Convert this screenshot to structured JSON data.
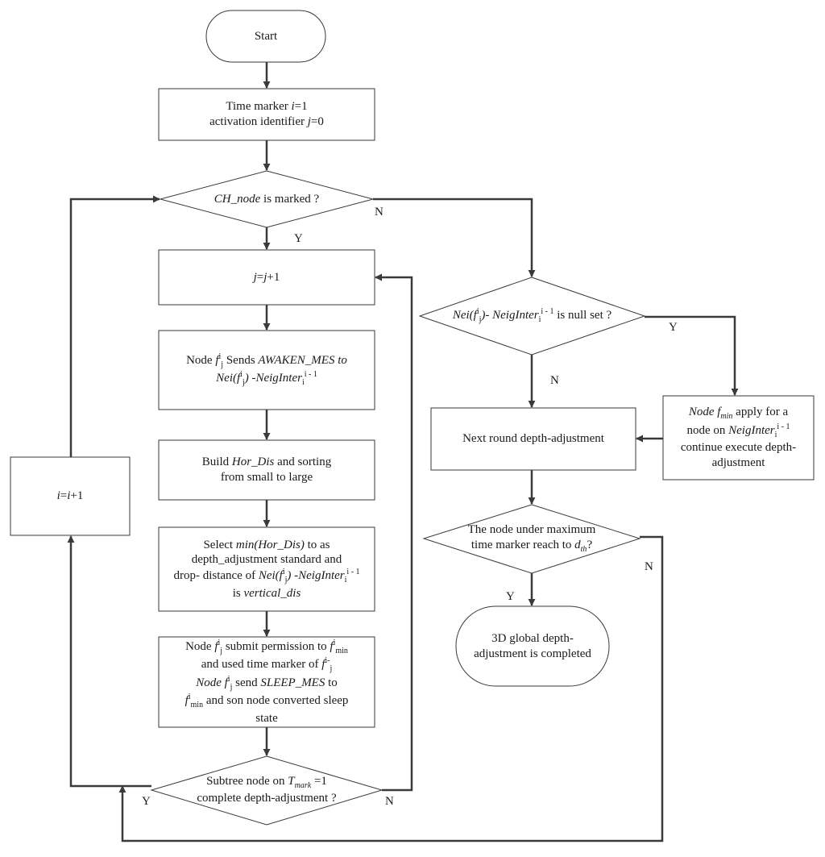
{
  "diagram": {
    "start": "Start",
    "init_line1": "Time marker ",
    "init_var_i": "i",
    "init_eq1": "=1",
    "init_line2": "activation identifier ",
    "init_var_j": "j",
    "init_eq2": "=0",
    "ch_node": "CH_node",
    "ch_node_rest": " is marked ?",
    "j_update": "j",
    "j_update_mid": "=",
    "j_update_j": "j",
    "j_update_end": "+1",
    "awaken_node": "Node ",
    "awaken_f": "f",
    "awaken_sends": " Sends ",
    "awaken_mes": "AWAKEN_MES to",
    "awaken_nei": "Nei(f",
    "awaken_minus": ") -NeigInter",
    "hor_line1_a": "Build ",
    "hor_line1_b": "Hor_Dis",
    "hor_line1_c": " and sorting",
    "hor_line2": "from small to large",
    "select_a": "Select ",
    "select_b": "min(Hor_Dis)",
    "select_c": " to as",
    "select_line2": "depth_adjustment standard and",
    "select_line3a": "drop- distance of ",
    "select_line3b": "Nei(f",
    "select_line3c": ") -NeigInter",
    "select_line4a": "is ",
    "select_line4b": "vertical_dis",
    "submit_a": "Node ",
    "submit_b": " submit permission to ",
    "submit_min": "min",
    "submit_line2": "and used time marker of ",
    "sleep_node": "Node ",
    "sleep_send": " send ",
    "sleep_mes": "SLEEP_MES",
    "sleep_to": " to",
    "sleep_line4": " and son node converted sleep",
    "sleep_line5": "state",
    "subtree_a": "Subtree node on ",
    "subtree_t": "T",
    "subtree_mark": "mark",
    "subtree_eq": " =1",
    "subtree_line2": "complete depth-adjustment ?",
    "i_update": "i",
    "i_update_mid": "=",
    "i_update_i": "i",
    "i_update_end": "+1",
    "null_a": "Nei(f",
    "null_b": ")- NeigInter",
    "null_c": " is null set ?",
    "apply_a": "Node f",
    "apply_min": "min",
    "apply_b": " apply for a",
    "apply_line2a": "node on ",
    "apply_line2b": "NeigInter",
    "apply_line3": "continue execute depth-",
    "apply_line4": "adjustment",
    "next_round": "Next round depth-adjustment",
    "max_line1": "The node under maximum",
    "max_line2a": "time marker reach to ",
    "max_d": "d",
    "max_th": "th",
    "max_q": "?",
    "done_line1": "3D global depth-",
    "done_line2": "adjustment is completed",
    "sup_i": "i",
    "sub_j": "j",
    "sub_i": "i",
    "sup_i1": "i - 1",
    "sup_idot": "i-",
    "sup_f": "i",
    "yes": "Y",
    "no": "N"
  }
}
